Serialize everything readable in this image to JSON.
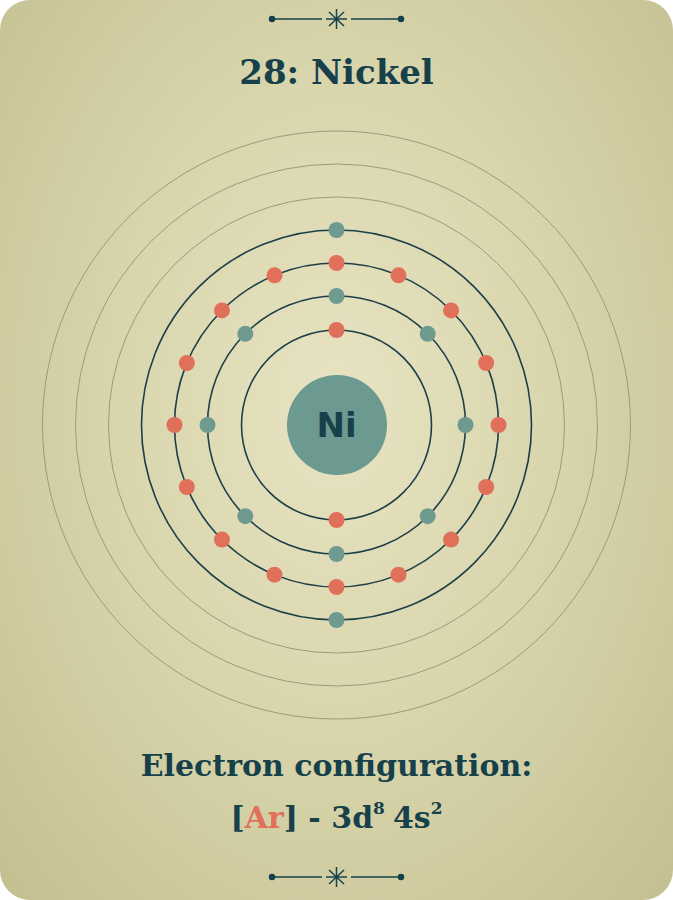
{
  "diagram": {
    "title": "28: Nickel",
    "nodes": [
      {
        "text": [
          "Ni"
        ]
      }
    ],
    "labels": [
      "Electron configuration:",
      "[",
      "Ar",
      "] - 3d",
      "8",
      "4s",
      "2"
    ]
  }
}
